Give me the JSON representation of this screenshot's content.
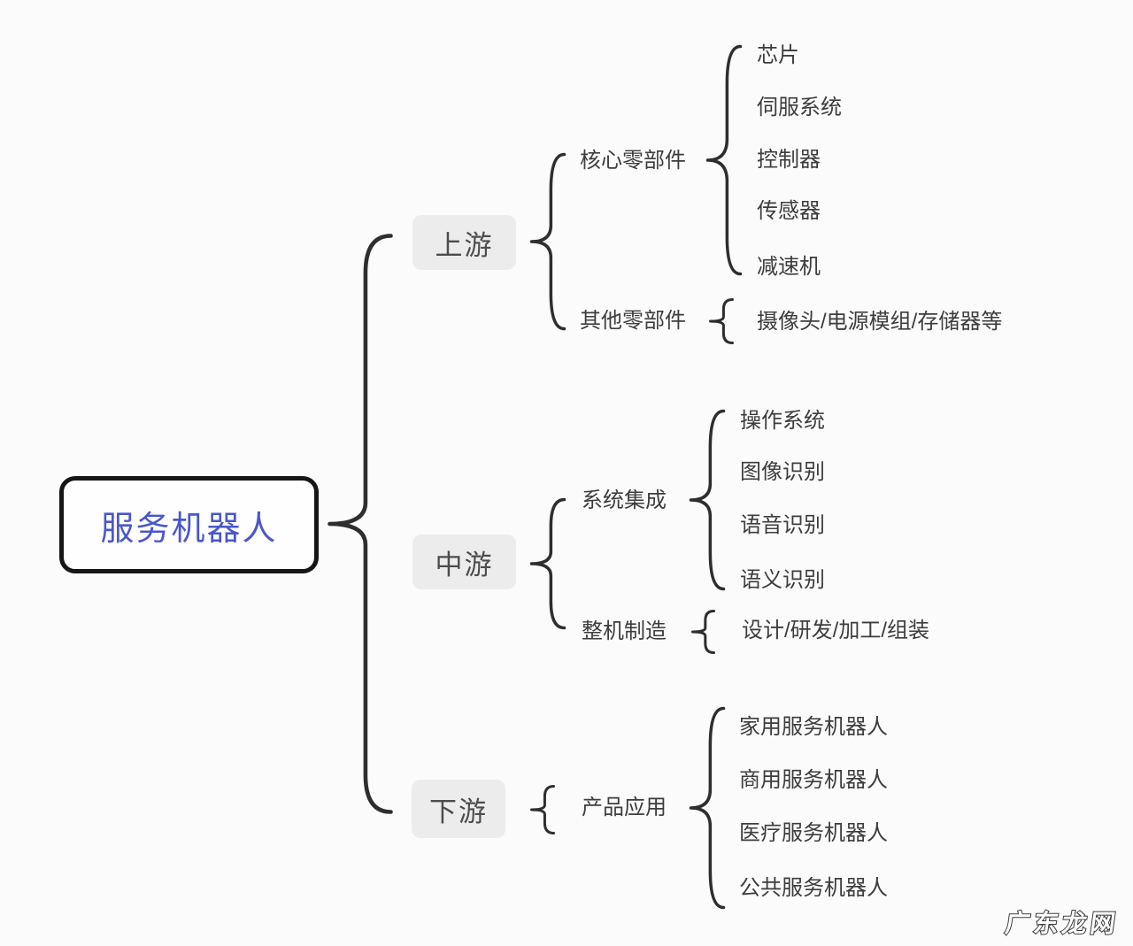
{
  "mindmap": {
    "root": "服务机器人",
    "branches": [
      {
        "label": "上游",
        "groups": [
          {
            "label": "核心零部件",
            "items": [
              "芯片",
              "伺服系统",
              "控制器",
              "传感器",
              "减速机"
            ]
          },
          {
            "label": "其他零部件",
            "items": [
              "摄像头/电源模组/存储器等"
            ]
          }
        ]
      },
      {
        "label": "中游",
        "groups": [
          {
            "label": "系统集成",
            "items": [
              "操作系统",
              "图像识别",
              "语音识别",
              "语义识别"
            ]
          },
          {
            "label": "整机制造",
            "items": [
              "设计/研发/加工/组装"
            ]
          }
        ]
      },
      {
        "label": "下游",
        "groups": [
          {
            "label": "产品应用",
            "items": [
              "家用服务机器人",
              "商用服务机器人",
              "医疗服务机器人",
              "公共服务机器人"
            ]
          }
        ]
      }
    ]
  },
  "watermark": "广东龙网",
  "colors": {
    "background": "#fbfbfb",
    "root_text": "#4a57cb",
    "root_border": "#161616",
    "stage_box_bg": "#ececec",
    "stage_text": "#4d4d4d",
    "label_text": "#3d3d3d",
    "line": "#2e2e2e",
    "watermark_fill": "#ffffff",
    "watermark_outline": "#3a3a3a"
  }
}
